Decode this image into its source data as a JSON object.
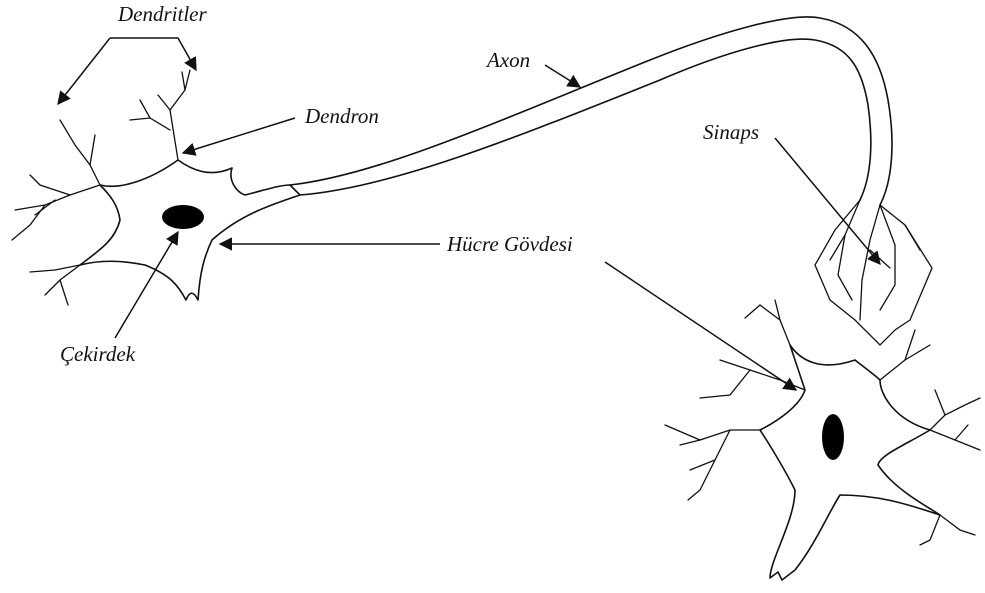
{
  "labels": {
    "dendrites": "Dendritler",
    "dendron": "Dendron",
    "axon": "Axon",
    "synapse": "Sinaps",
    "cell_body": "Hücre Gövdesi",
    "nucleus": "Çekirdek"
  },
  "colors": {
    "ink": "#111111",
    "background": "#ffffff"
  }
}
